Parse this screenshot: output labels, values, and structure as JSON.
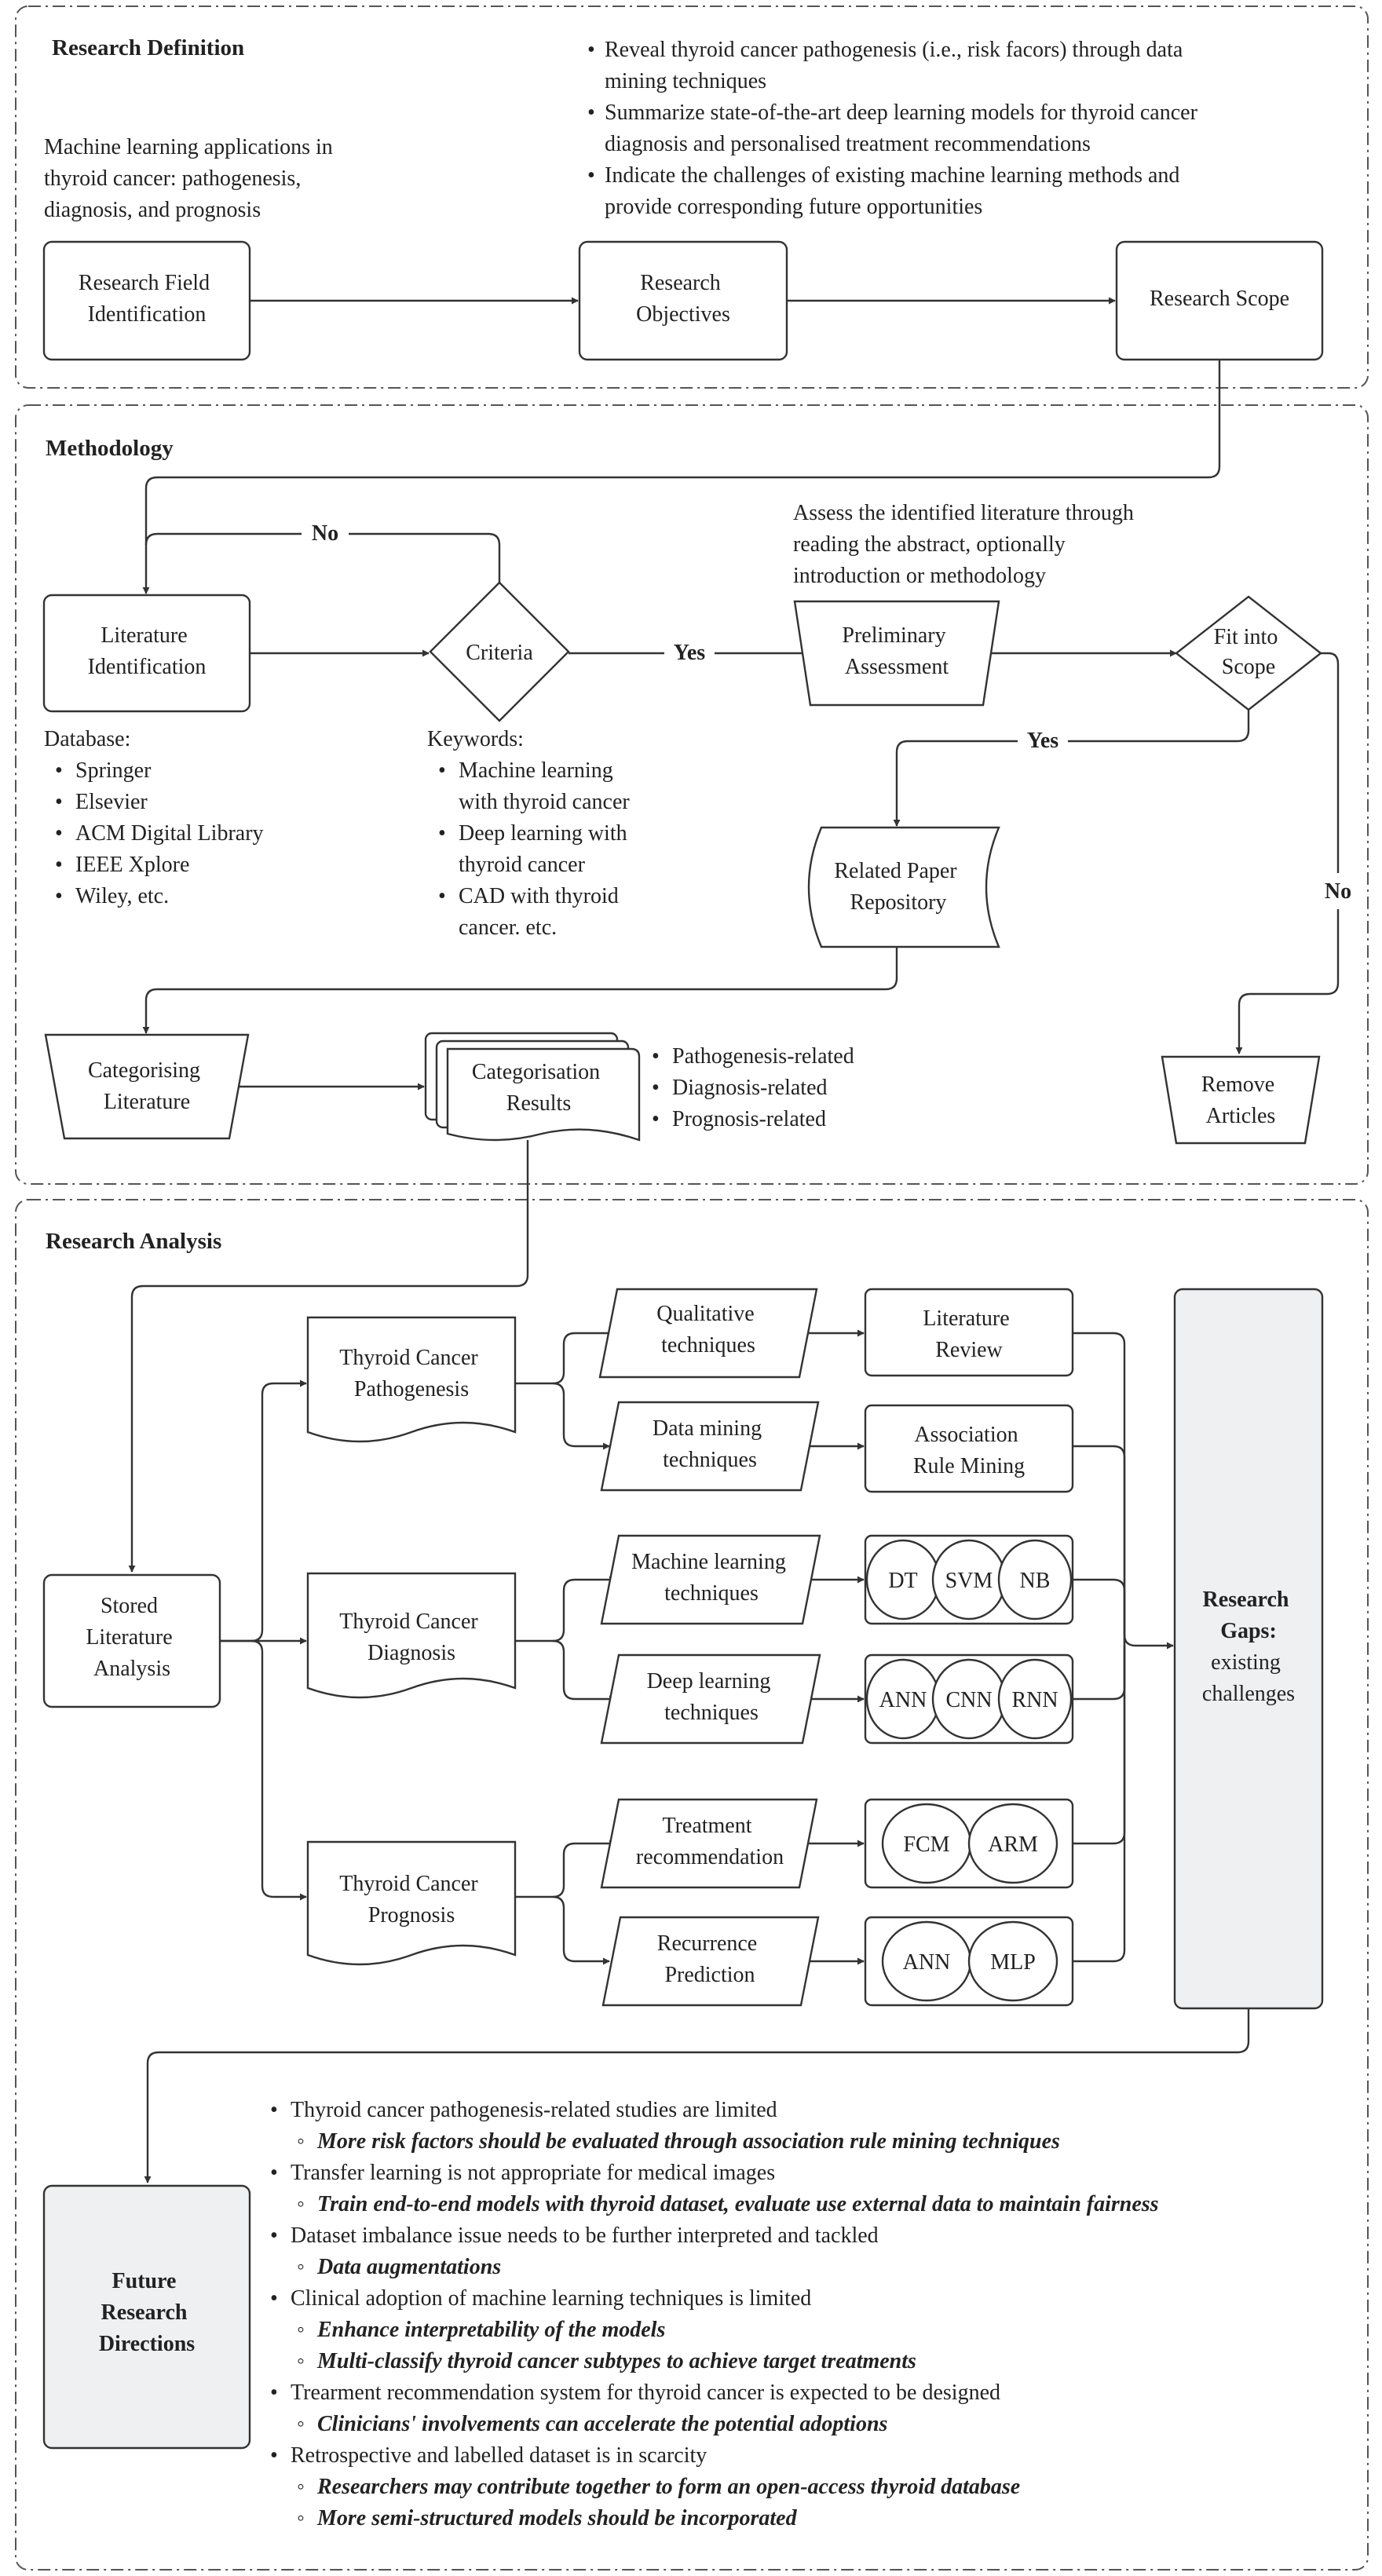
{
  "sections": {
    "definition": "Research Definition",
    "methodology": "Methodology",
    "analysis": "Research Analysis"
  },
  "definition": {
    "field_note": [
      "Machine learning applications in",
      "thyroid cancer: pathogenesis,",
      "diagnosis, and prognosis"
    ],
    "objectives": [
      [
        "Reveal thyroid cancer pathogenesis (i.e., risk facors) through data",
        "mining techniques"
      ],
      [
        "Summarize  state-of-the-art deep learning models for thyroid cancer",
        "diagnosis and personalised treatment recommendations"
      ],
      [
        "Indicate the challenges of existing machine learning methods and",
        "provide corresponding future opportunities"
      ]
    ],
    "field_box": [
      "Research Field",
      "Identification"
    ],
    "objectives_box": [
      "Research",
      "Objectives"
    ],
    "scope_box": [
      "Research Scope"
    ]
  },
  "methodology": {
    "no_label": "No",
    "yes_label": "Yes",
    "yes_label_2": "Yes",
    "no_label_2": "No",
    "lit_id_box": [
      "Literature",
      "Identification"
    ],
    "criteria": "Criteria",
    "assess_note": [
      "Assess the identified literature through",
      "reading the abstract, optionally",
      "introduction or methodology"
    ],
    "prelim_box": [
      "Preliminary",
      "Assessment"
    ],
    "fit_box": [
      "Fit into",
      "Scope"
    ],
    "database_title": "Database:",
    "databases": [
      "Springer",
      "Elsevier",
      "ACM Digital Library",
      "IEEE Xplore",
      "Wiley, etc."
    ],
    "keywords_title": "Keywords:",
    "keywords": [
      [
        "Machine learning",
        "with thyroid cancer"
      ],
      [
        "Deep learning with",
        "thyroid cancer"
      ],
      [
        "CAD with thyroid",
        "cancer. etc."
      ]
    ],
    "repo_box": [
      "Related Paper",
      "Repository"
    ],
    "categorising_box": [
      "Categorising",
      "Literature"
    ],
    "results_box": [
      "Categorisation",
      "Results"
    ],
    "categories": [
      "Pathogenesis-related",
      "Diagnosis-related",
      "Prognosis-related"
    ],
    "remove_box": [
      "Remove",
      "Articles"
    ]
  },
  "analysis": {
    "stored_box": [
      "Stored",
      "Literature",
      "Analysis"
    ],
    "pathogenesis_box": [
      "Thyroid Cancer",
      "Pathogenesis"
    ],
    "diagnosis_box": [
      "Thyroid Cancer",
      "Diagnosis"
    ],
    "prognosis_box": [
      "Thyroid Cancer",
      "Prognosis"
    ],
    "qualitative_box": [
      "Qualitative",
      "techniques"
    ],
    "datamining_box": [
      "Data mining",
      "techniques"
    ],
    "ml_box": [
      "Machine learning",
      "techniques"
    ],
    "dl_box": [
      "Deep learning",
      "techniques"
    ],
    "treatment_box": [
      "Treatment",
      "recommendation"
    ],
    "recurrence_box": [
      "Recurrence",
      "Prediction"
    ],
    "lit_review_box": [
      "Literature",
      "Review"
    ],
    "arm_box": [
      "Association",
      "Rule Mining"
    ],
    "ml_models": [
      "DT",
      "SVM",
      "NB"
    ],
    "dl_models": [
      "ANN",
      "CNN",
      "RNN"
    ],
    "treatment_models": [
      "FCM",
      "ARM"
    ],
    "recurrence_models": [
      "ANN",
      "MLP"
    ],
    "gaps_title": [
      "Research",
      "Gaps:"
    ],
    "gaps_sub": [
      "existing",
      "challenges"
    ]
  },
  "future": {
    "title": [
      "Future",
      "Research",
      "Directions"
    ],
    "items": [
      {
        "text": "Thyroid cancer pathogenesis-related studies are limited",
        "subs": [
          "More risk factors should be evaluated through association rule mining techniques"
        ]
      },
      {
        "text": "Transfer learning is not appropriate for medical images",
        "subs": [
          "Train end-to-end models with thyroid dataset, evaluate use external data to maintain fairness"
        ]
      },
      {
        "text": "Dataset imbalance issue needs to be further interpreted and tackled",
        "subs": [
          "Data augmentations"
        ]
      },
      {
        "text": "Clinical adoption of machine learning techniques is limited",
        "subs": [
          "Enhance interpretability of the models",
          "Multi-classify thyroid cancer subtypes to achieve target treatments"
        ]
      },
      {
        "text": "Trearment recommendation system for thyroid cancer is expected to be designed",
        "subs": [
          "Clinicians' involvements can accelerate the potential adoptions"
        ]
      },
      {
        "text": "Retrospective and labelled dataset is in scarcity",
        "subs": [
          "Researchers may contribute together to form an open-access thyroid database",
          "More semi-structured models should be incorporated"
        ]
      }
    ]
  }
}
